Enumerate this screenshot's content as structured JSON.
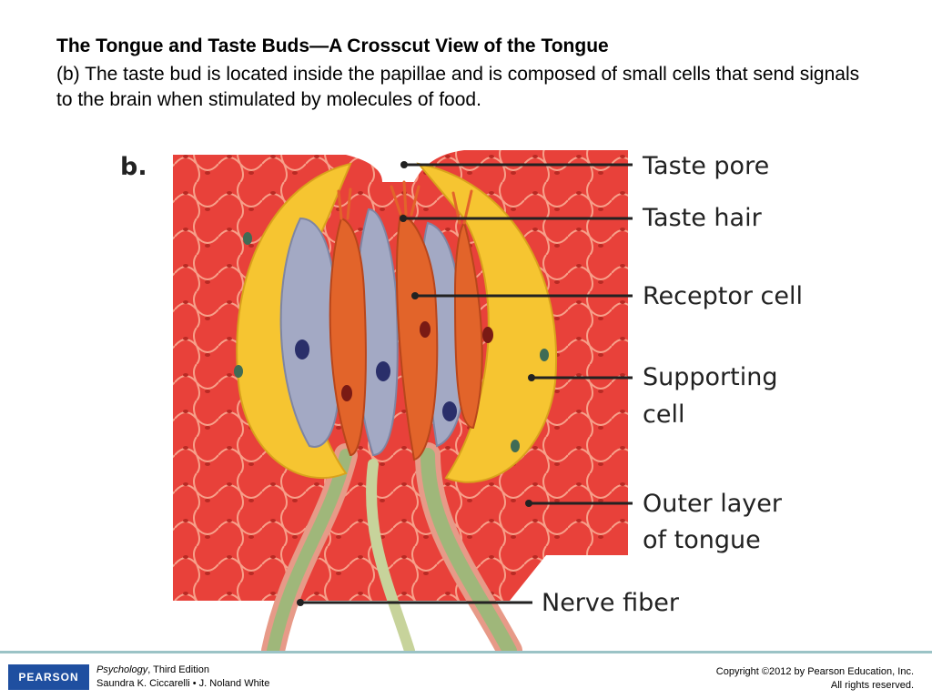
{
  "slide": {
    "title": "The Tongue and Taste Buds—A Crosscut View of the Tongue",
    "subtitle": "(b) The taste bud is located inside the papillae and is composed of small cells that send signals to the brain when stimulated by molecules of food."
  },
  "diagram": {
    "panel_letter": "b.",
    "labels": {
      "taste_pore": "Taste pore",
      "taste_hair": "Taste hair",
      "receptor_cell": "Receptor cell",
      "supporting_cell_1": "Supporting",
      "supporting_cell_2": "cell",
      "outer_layer_1": "Outer layer",
      "outer_layer_2": "of tongue",
      "nerve_fiber": "Nerve fiber"
    },
    "colors": {
      "tongue_tissue": "#e8413a",
      "supporting_cell": "#f6c531",
      "receptor_cell": "#e2642a",
      "gray_cell": "#a3a9c4",
      "nerve_fiber": "#9fb77a"
    }
  },
  "footer": {
    "publisher_logo": "PEARSON",
    "book_title": "Psychology",
    "book_edition": ", Third Edition",
    "authors": "Saundra K. Ciccarelli • J. Noland White",
    "copyright_line1": "Copyright ©2012 by Pearson Education, Inc.",
    "copyright_line2": "All rights reserved."
  }
}
